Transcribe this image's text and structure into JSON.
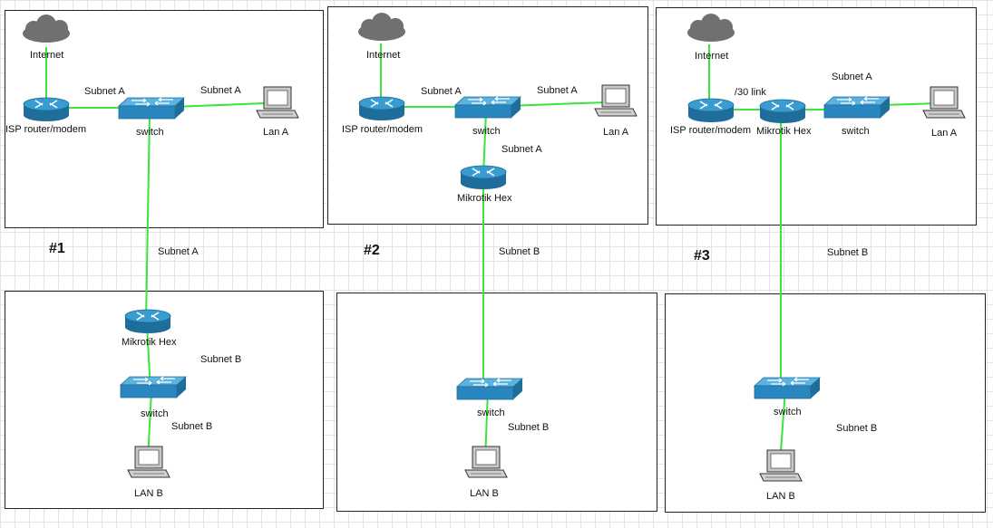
{
  "colors": {
    "link": "#39e639",
    "device": "#2f8fc4",
    "device_dark": "#1e6d9a",
    "cloud": "#707070"
  },
  "scenarios": [
    {
      "number": "#1",
      "devices": {
        "internet": "Internet",
        "isp": "ISP router/modem",
        "switch_a": "switch",
        "lan_a": "Lan A",
        "hex": "Mikrotik Hex",
        "switch_b": "switch",
        "lan_b": "LAN B"
      },
      "links": [
        "Subnet A",
        "Subnet A",
        "Subnet A",
        "Subnet B",
        "Subnet B"
      ]
    },
    {
      "number": "#2",
      "devices": {
        "internet": "Internet",
        "isp": "ISP router/modem",
        "switch_a": "switch",
        "lan_a": "Lan A",
        "hex": "Mikrotik Hex",
        "switch_b": "switch",
        "lan_b": "LAN B"
      },
      "links": [
        "Subnet A",
        "Subnet A",
        "Subnet A",
        "Subnet B",
        "Subnet B"
      ]
    },
    {
      "number": "#3",
      "devices": {
        "internet": "Internet",
        "isp": "ISP router/modem",
        "hex": "Mikrotik Hex",
        "switch_a": "switch",
        "lan_a": "Lan A",
        "switch_b": "switch",
        "lan_b": "LAN B"
      },
      "links": [
        "/30 link",
        "Subnet A",
        "Subnet B",
        "Subnet B"
      ]
    }
  ]
}
